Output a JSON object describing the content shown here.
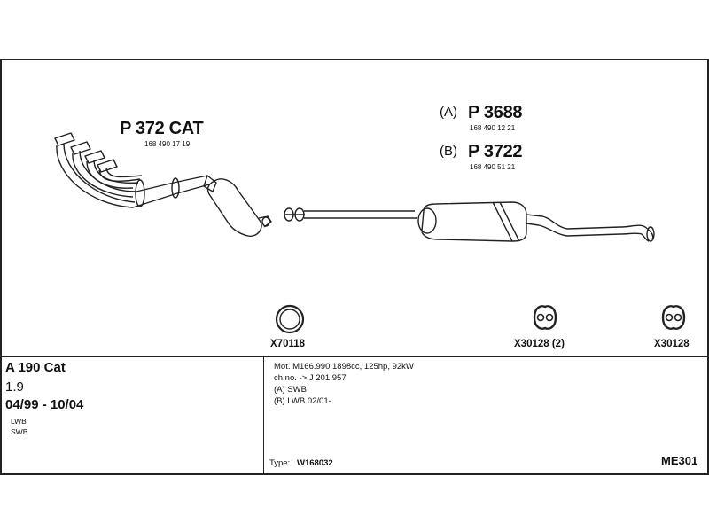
{
  "parts": {
    "front": {
      "number": "P 372 CAT",
      "oem": "168 490 17 19"
    },
    "rear_a": {
      "ref": "(A)",
      "number": "P 3688",
      "oem": "168 490 12 21"
    },
    "rear_b": {
      "ref": "(B)",
      "number": "P 3722",
      "oem": "168 490 51 21"
    }
  },
  "fittings": [
    {
      "code": "X70118",
      "icon": "ring-gasket-icon"
    },
    {
      "code": "X30128 (2)",
      "icon": "rubber-hanger-icon"
    },
    {
      "code": "X30128",
      "icon": "rubber-hanger-icon"
    }
  ],
  "vehicle": {
    "model": "A 190 Cat",
    "engine": "1.9",
    "period": "04/99 - 10/04",
    "variants": [
      "LWB",
      "SWB"
    ]
  },
  "details": {
    "lines": [
      "Mot. M166.990 1898cc, 125hp, 92kW",
      "ch.no. -> J 201 957",
      "(A) SWB",
      "(B) LWB 02/01-"
    ],
    "type_label": "Type:",
    "type_value": "W168032",
    "code": "ME301"
  }
}
